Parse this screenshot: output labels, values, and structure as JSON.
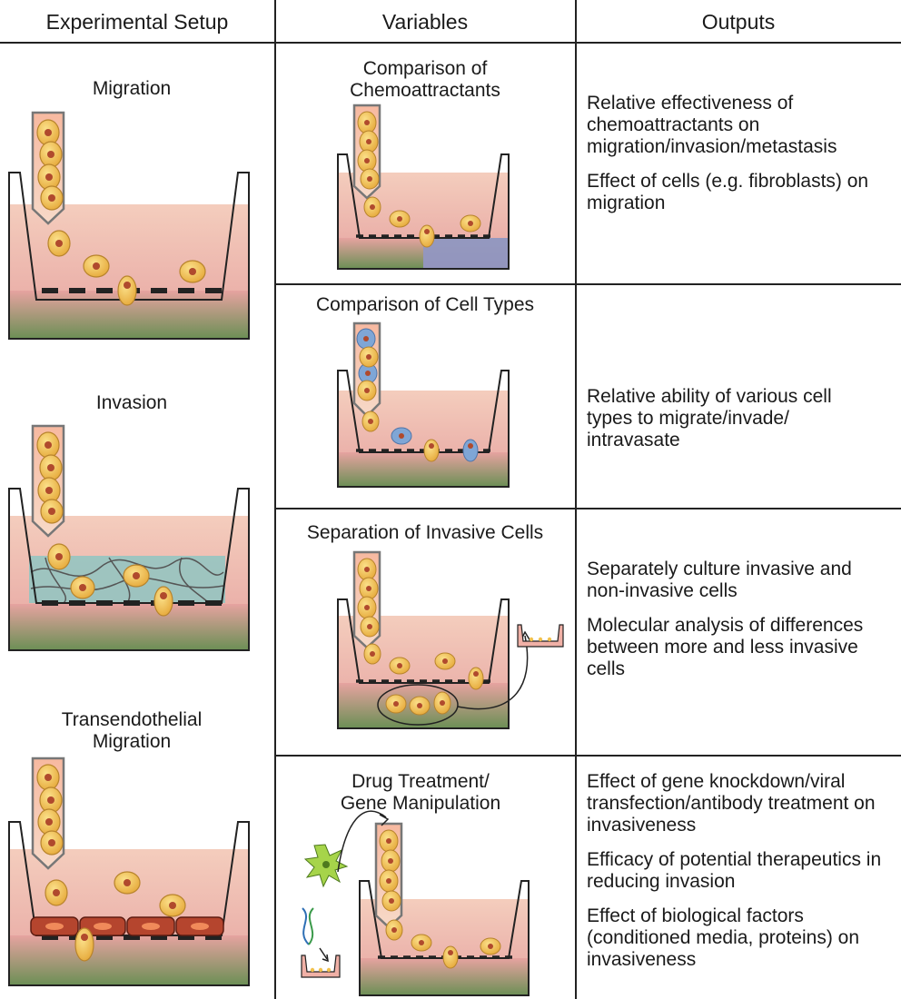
{
  "headers": {
    "setup": "Experimental Setup",
    "variables": "Variables",
    "outputs": "Outputs"
  },
  "setup": {
    "migration": "Migration",
    "invasion": "Invasion",
    "transendothelial_line1": "Transendothelial",
    "transendothelial_line2": "Migration"
  },
  "rows": [
    {
      "variable_line1": "Comparison of",
      "variable_line2": "Chemoattractants",
      "outputs": [
        "Relative effectiveness of chemoattractants on migration/invasion/metastasis",
        "Effect of cells (e.g. fibroblasts) on migration"
      ]
    },
    {
      "variable_line1": "Comparison of Cell Types",
      "variable_line2": "",
      "outputs": [
        "Relative ability of various cell types to migrate/invade/ intravasate"
      ]
    },
    {
      "variable_line1": "Separation of Invasive Cells",
      "variable_line2": "",
      "outputs": [
        "Separately culture invasive and non-invasive cells",
        "Molecular analysis of differences between more and less invasive cells"
      ]
    },
    {
      "variable_line1": "Drug Treatment/",
      "variable_line2": "Gene Manipulation",
      "outputs": [
        "Effect of gene knockdown/viral transfection/antibody treatment on invasiveness",
        "Efficacy of potential therapeutics in reducing invasion",
        "Effect of biological factors (conditioned media, proteins) on invasiveness"
      ]
    }
  ],
  "colors": {
    "medium_top": "#f3c2b4",
    "medium_bottom": "#e9a7a3",
    "well_bottom": "#6b8f55",
    "cell_fill": "#f2c24e",
    "cell_nucleus": "#b04a2d",
    "blue_cell": "#7fa6d6",
    "matrigel": "#8fc6c2",
    "endothelial": "#b5452e"
  }
}
